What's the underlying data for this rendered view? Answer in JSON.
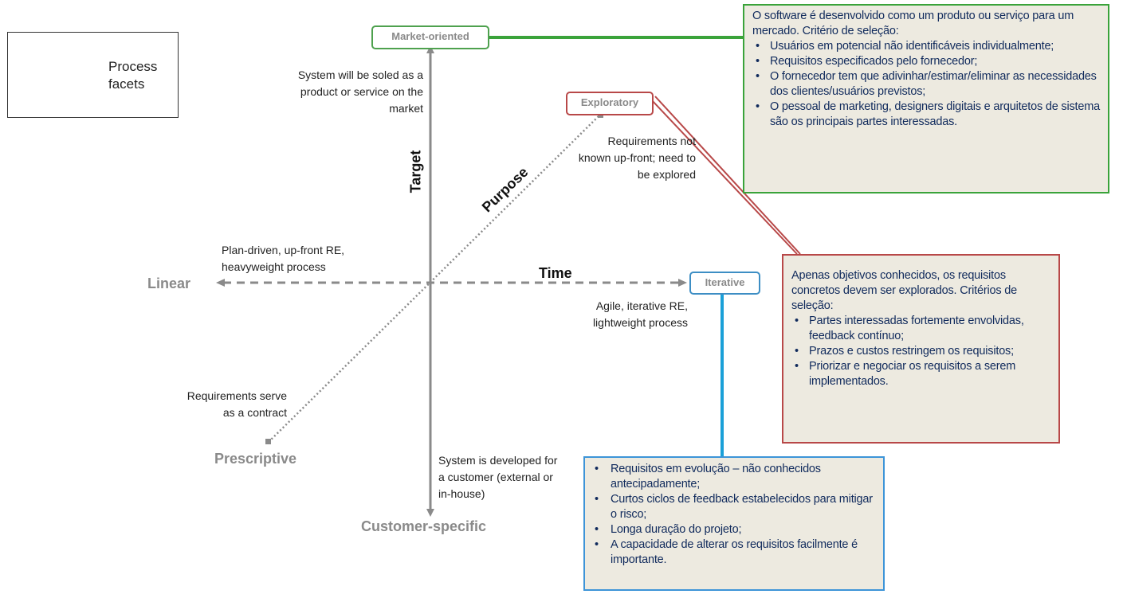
{
  "legend": {
    "label": "Process facets"
  },
  "target_axis": {
    "title": "Target",
    "top_pole": "Market-oriented",
    "bottom_pole": "Customer-specific",
    "top_description": "System will be soled as a product or service on the market",
    "bottom_description": "System is developed for a customer (external or in-house)"
  },
  "purpose_axis": {
    "title": "Purpose",
    "top_pole": "Exploratory",
    "bottom_pole": "Prescriptive",
    "top_description": "Requirements not known up-front; need to be explored",
    "bottom_description": "Requirements serve as a contract"
  },
  "time_axis": {
    "title": "Time",
    "left_pole": "Linear",
    "right_pole": "Iterative",
    "left_description": "Plan-driven, up-front RE, heavyweight process",
    "right_description": "Agile, iterative RE, lightweight process"
  },
  "market_box": {
    "intro": "O software é desenvolvido como um produto ou serviço para um mercado. Critério de seleção:",
    "items": [
      "Usuários em potencial não identificáveis individualmente;",
      "Requisitos especificados pelo fornecedor;",
      "O fornecedor tem que adivinhar/estimar/eliminar as necessidades dos clientes/usuários previstos;",
      "O pessoal de marketing, designers digitais e arquitetos de sistema são os principais partes interessadas."
    ]
  },
  "exploratory_box": {
    "intro": "Apenas objetivos conhecidos, os requisitos concretos devem ser explorados. Critérios de seleção:",
    "items": [
      "Partes interessadas fortemente envolvidas, feedback contínuo;",
      "Prazos e custos restringem os requisitos;",
      "Priorizar e negociar os requisitos a serem implementados."
    ]
  },
  "iterative_box": {
    "items": [
      "Requisitos em evolução – não conhecidos antecipadamente;",
      "Curtos ciclos de feedback estabelecidos para mitigar o risco;",
      "Longa duração do projeto;",
      "A capacidade de alterar os requisitos facilmente é importante."
    ]
  },
  "colors": {
    "market": "#4ea14e",
    "exploratory": "#b84848",
    "iterative": "#3d8ec4",
    "axis": "#8a8a8a",
    "box_fill": "#edeae0",
    "box_text": "#102a5c"
  }
}
